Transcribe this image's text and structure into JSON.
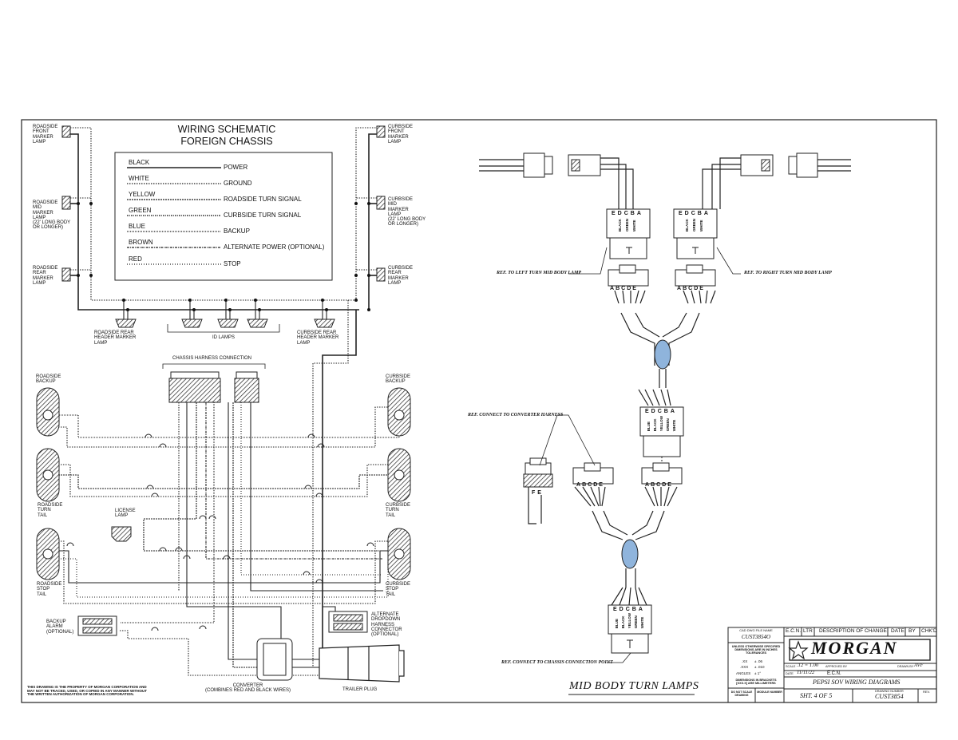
{
  "schematic": {
    "title_line1": "WIRING SCHEMATIC",
    "title_line2": "FOREIGN CHASSIS",
    "legend": [
      {
        "color": "BLACK",
        "function": "POWER"
      },
      {
        "color": "WHITE",
        "function": "GROUND"
      },
      {
        "color": "YELLOW",
        "function": "ROADSIDE TURN SIGNAL"
      },
      {
        "color": "GREEN",
        "function": "CURBSIDE TURN SIGNAL"
      },
      {
        "color": "BLUE",
        "function": "BACKUP"
      },
      {
        "color": "BROWN",
        "function": "ALTERNATE POWER (OPTIONAL)"
      },
      {
        "color": "RED",
        "function": "STOP"
      }
    ],
    "labels": {
      "rs_front_marker": "ROADSIDE\nFRONT\nMARKER\nLAMP",
      "rs_mid_marker": "ROADSIDE\nMID\nMARKER\nLAMP\n(22' LONG BODY\nOR LONGER)",
      "rs_rear_marker": "ROADSIDE\nREAR\nMARKER\nLAMP",
      "cs_front_marker": "CURBSIDE\nFRONT\nMARKER\nLAMP",
      "cs_mid_marker": "CURBSIDE\nMID\nMARKER\nLAMP\n(22' LONG BODY\nOR LONGER)",
      "cs_rear_marker": "CURBSIDE\nREAR\nMARKER\nLAMP",
      "rs_rear_header": "ROADSIDE REAR\nHEADER MARKER\nLAMP",
      "id_lamps": "ID LAMPS",
      "cs_rear_header": "CURBSIDE REAR\nHEADER MARKER\nLAMP",
      "chassis_harness": "CHASSIS HARNESS CONNECTION",
      "rs_backup": "ROADSIDE\nBACKUP",
      "cs_backup": "CURBSIDE\nBACKUP",
      "rs_turn_tail": "ROADSIDE\nTURN\nTAIL",
      "cs_turn_tail": "CURBSIDE\nTURN\nTAIL",
      "license_lamp": "LICENSE\nLAMP",
      "rs_stop_tail": "ROADSIDE\nSTOP\nTAIL",
      "cs_stop_tail": "CURBSIDE\nSTOP\nTAIL",
      "backup_alarm": "BACKUP\nALARM\n(OPTIONAL)",
      "alt_dropdown": "ALTERNATE\nDROPDOWN\nHARNESS\nCONNECTOR\n(OPTIONAL)",
      "converter": "CONVERTER\n(COMBINES RED AND BLACK WIRES)",
      "trailer_plug": "TRAILER PLUG",
      "property_notice": "THIS DRAWING IS THE PROPERTY OF MORGAN CORPORATION AND\nMAY NOT BE TRACED, USED, OR COPIED IN ANY MANNER WITHOUT\nTHE WRITTEN AUTHORIZATION OF MORGAN CORPORATION."
    }
  },
  "mid_body": {
    "ref_left_turn": "REF. TO LEFT TURN MID BODY LAMP",
    "ref_right_turn": "REF. TO RIGHT TURN MID BODY LAMP",
    "ref_converter": "REF. CONNECT TO CONVERTER HARNESS",
    "ref_chassis_point": "REF. CONNECT TO CHASSIS CONNECTION POINT",
    "title": "MID BODY TURN LAMPS",
    "pins": [
      "A",
      "B",
      "C",
      "D",
      "E"
    ],
    "pins_rev": [
      "E",
      "D",
      "C",
      "B",
      "A"
    ],
    "wires_top": [
      "BLACK",
      "GREEN",
      "WHITE"
    ],
    "wires_mid": [
      "BLUE",
      "BLACK",
      "YELLOW",
      "GREEN",
      "WHITE"
    ],
    "wires_bot": [
      "BLUE",
      "BLACK",
      "YELLOW",
      "GREEN",
      "WHITE"
    ],
    "small_pins": [
      "F",
      "E"
    ],
    "connector_color": "#8fb4dc"
  },
  "title_block": {
    "cad_file_label": "CAD DWG FILE NAME",
    "cad_file": "CUST3854O",
    "unless_note": "UNLESS OTHERWISE SPECIFIED\nDIMENSIONS ARE IN INCHES\nTOLERANCES",
    "tol_xx": ".XX",
    "tol_xx_val": "± .06",
    "tol_xxx": ".XXX",
    "tol_xxx_val": "± .010",
    "angles": "ANGLES",
    "angles_val": "± 1°",
    "bracket_note": "DIMENSIONS IN BRACKETS\n[XXX.X] ARE MILLIMETERS",
    "do_not_scale": "DO NOT SCALE\nDRAWING",
    "module_number": "MODULE NUMBER",
    "ecn_header": "E.C.N.",
    "ltr_header": "LTR",
    "desc_header": "DESCRIPTION OF CHANGE",
    "date_header": "DATE",
    "by_header": "BY",
    "chkd_header": "CHK'D",
    "logo": "MORGAN",
    "scale_label": "SCALE",
    "scale_value": ".12 = 1.00",
    "approved_label": "APPROVED BY",
    "drawn_label": "DRAWN BY",
    "drawn_value": "AVF",
    "date_label": "DATE",
    "date_value": "11/11/22",
    "ecn_label": "E.C.N.",
    "drawing_title": "PEPSI SOV WIRING DIAGRAMS",
    "sheet": "SHT. 4 OF 5",
    "drawing_number_label": "DRAWING NUMBER",
    "drawing_number": "CUST3854",
    "rev_label": "REV."
  }
}
